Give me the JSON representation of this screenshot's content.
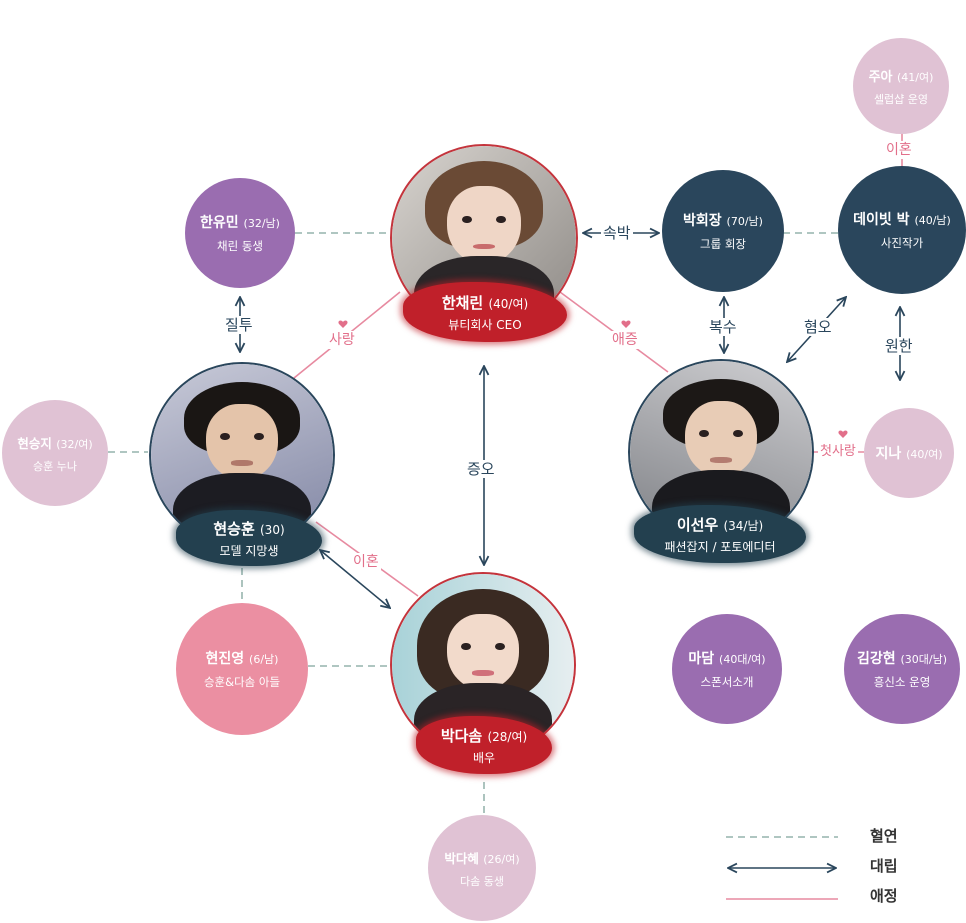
{
  "colors": {
    "blood": "#7fa39c",
    "conflict": "#2a465c",
    "affection": "#e78aa0",
    "purple": "#9a6db0",
    "navy": "#2a465c",
    "lightpink": "#e0c2d4",
    "rose": "#eb8fa2",
    "red": "#c0202a"
  },
  "characters": {
    "han_chaerin": {
      "name": "한채린",
      "age": "(40/여)",
      "role": "뷰티회사 CEO"
    },
    "hyun_seunghun": {
      "name": "현승훈",
      "age": "(30)",
      "role": "모델 지망생"
    },
    "lee_sunwoo": {
      "name": "이선우",
      "age": "(34/남)",
      "role": "패션잡지 / 포토에디터"
    },
    "park_dasom": {
      "name": "박다솜",
      "age": "(28/여)",
      "role": "배우"
    },
    "han_yumin": {
      "name": "한유민",
      "age": "(32/남)",
      "role": "채린 동생"
    },
    "park_chairman": {
      "name": "박회장",
      "age": "(70/남)",
      "role": "그룹 회장"
    },
    "david_park": {
      "name": "데이빗 박",
      "age": "(40/남)",
      "role": "사진작가"
    },
    "jua": {
      "name": "주아",
      "age": "(41/여)",
      "role": "셀럽샵 운영"
    },
    "hyun_seungji": {
      "name": "현승지",
      "age": "(32/여)",
      "role": "승훈 누나"
    },
    "jina": {
      "name": "지나",
      "age": "(40/여)",
      "role": ""
    },
    "hyun_jinyoung": {
      "name": "현진영",
      "age": "(6/남)",
      "role": "승훈&다솜 아들"
    },
    "madam": {
      "name": "마담",
      "age": "(40대/여)",
      "role": "스폰서소개"
    },
    "kim_ganghyun": {
      "name": "김강현",
      "age": "(30대/남)",
      "role": "흥신소 운영"
    },
    "park_dahye": {
      "name": "박다혜",
      "age": "(26/여)",
      "role": "다솜 동생"
    }
  },
  "relations": {
    "sokbak": "속박",
    "jiltu": "질투",
    "bogsu": "복수",
    "hyeomo": "혐오",
    "wonhan": "원한",
    "jeungo": "증오",
    "sarang": "사랑",
    "aejeung": "애증",
    "ihon1": "이혼",
    "ihon2": "이혼",
    "cheotsarang": "첫사랑"
  },
  "legend": [
    {
      "label": "혈연",
      "type": "blood"
    },
    {
      "label": "대립",
      "type": "conflict"
    },
    {
      "label": "애정",
      "type": "affection"
    }
  ]
}
